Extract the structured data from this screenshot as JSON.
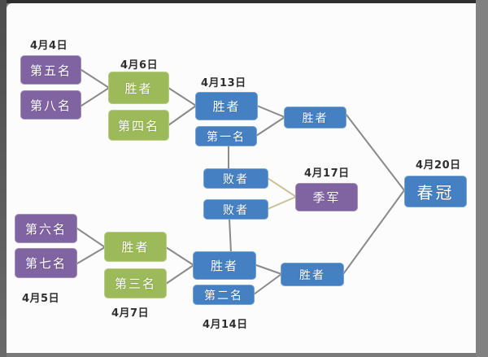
{
  "diagram": {
    "colors": {
      "purple": "#8064a2",
      "green": "#9cba5a",
      "blue": "#4580c2",
      "line_gray": "#8a8a8a",
      "line_khaki": "#c9c29b",
      "date_text": "#2f2f2f",
      "page_background": "#fcfcfc",
      "frame_background": "#7a7a7a"
    },
    "dates": [
      "4月4日",
      "4月6日",
      "4月13日",
      "4月17日",
      "4月20日",
      "4月5日",
      "4月7日",
      "4月14日"
    ],
    "nodes": [
      {
        "label": "第五名",
        "color": "purple"
      },
      {
        "label": "第八名",
        "color": "purple"
      },
      {
        "label": "胜者",
        "color": "green"
      },
      {
        "label": "第四名",
        "color": "green"
      },
      {
        "label": "胜者",
        "color": "blue"
      },
      {
        "label": "第一名",
        "color": "blue"
      },
      {
        "label": "胜者",
        "color": "blue"
      },
      {
        "label": "败者",
        "color": "blue"
      },
      {
        "label": "败者",
        "color": "blue"
      },
      {
        "label": "季军",
        "color": "purple"
      },
      {
        "label": "第六名",
        "color": "purple"
      },
      {
        "label": "第七名",
        "color": "purple"
      },
      {
        "label": "胜者",
        "color": "green"
      },
      {
        "label": "第三名",
        "color": "green"
      },
      {
        "label": "胜者",
        "color": "blue"
      },
      {
        "label": "第二名",
        "color": "blue"
      },
      {
        "label": "胜者",
        "color": "blue"
      },
      {
        "label": "春冠",
        "color": "blue"
      }
    ]
  }
}
